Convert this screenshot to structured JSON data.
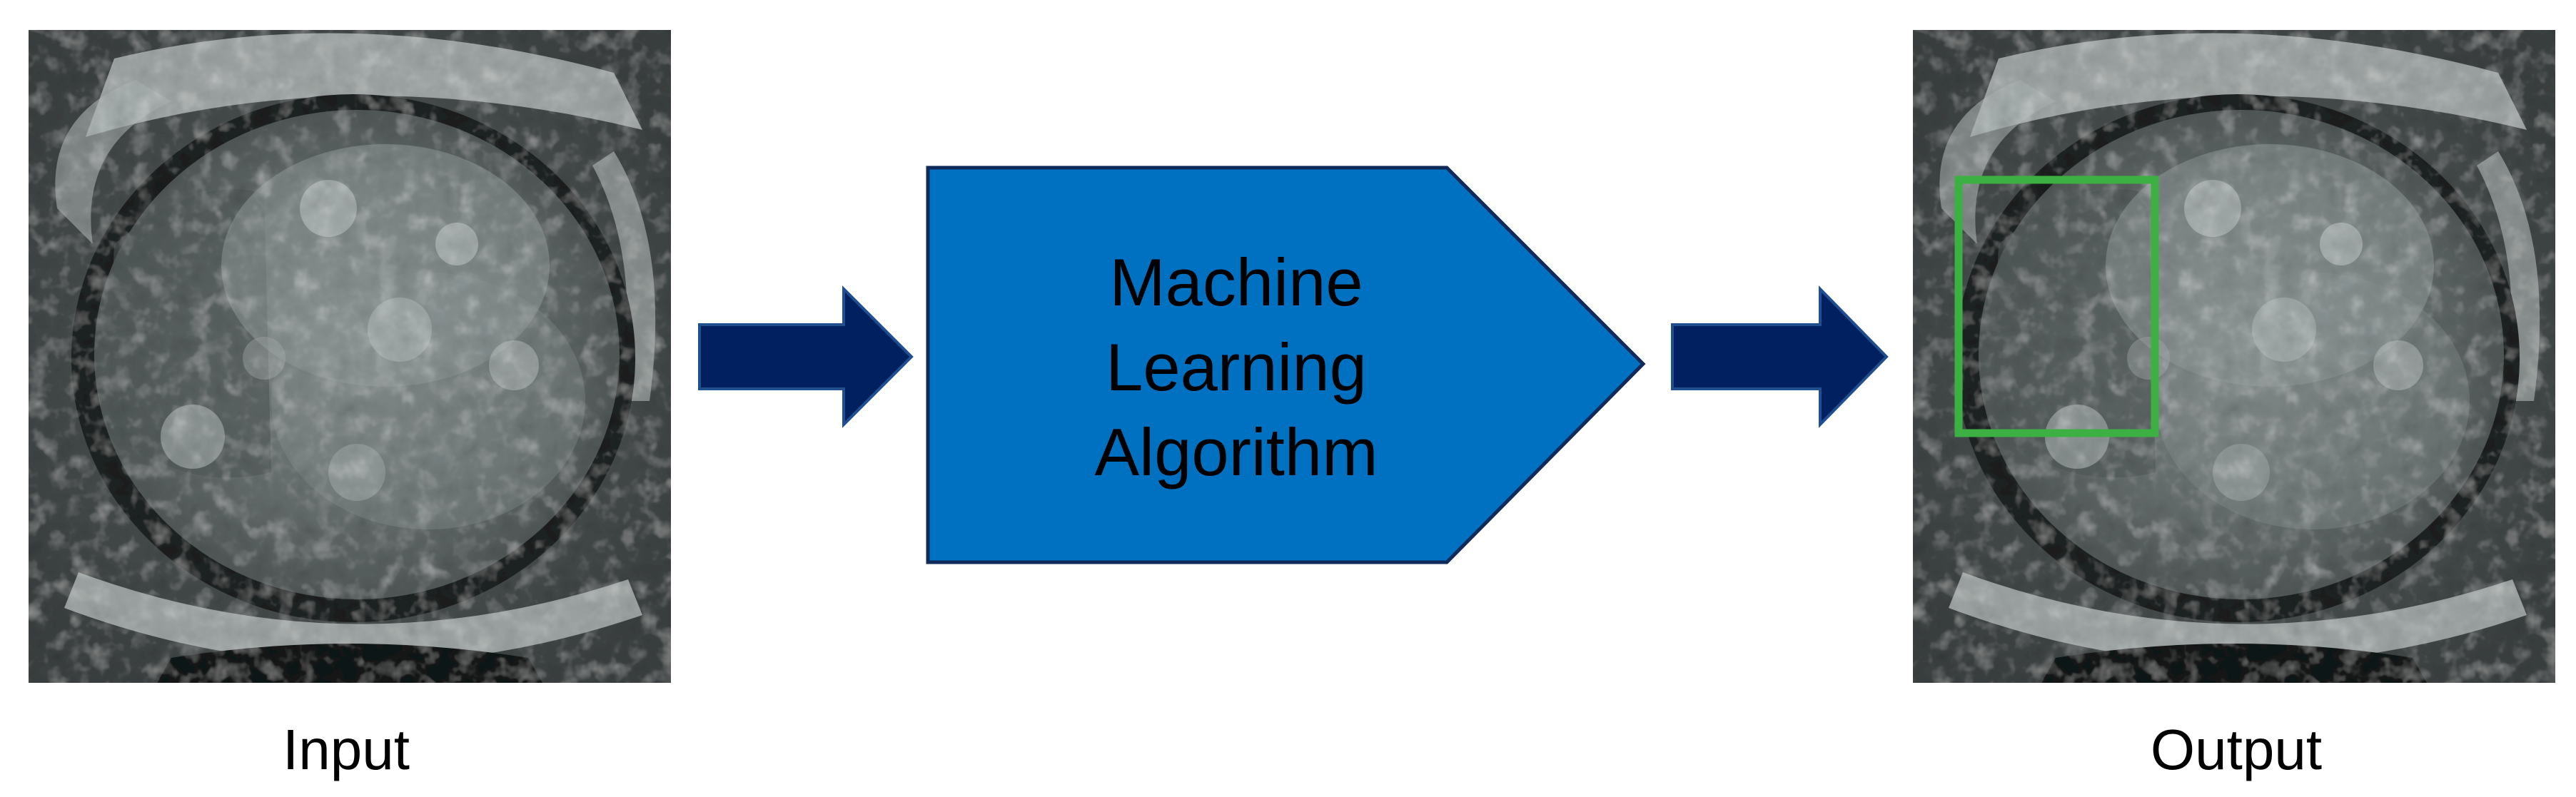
{
  "input_panel": {
    "caption": "Input",
    "image_icon": "mri-scan-image"
  },
  "process": {
    "line1": "Machine",
    "line2": "Learning",
    "line3": "Algorithm",
    "fill_color": "#0070C0",
    "stroke_color": "#102A5A"
  },
  "arrows": {
    "color": "#002060",
    "icon": "right-arrow-icon"
  },
  "output_panel": {
    "caption": "Output",
    "image_icon": "mri-scan-image",
    "detection_box_color": "#3CB043"
  }
}
